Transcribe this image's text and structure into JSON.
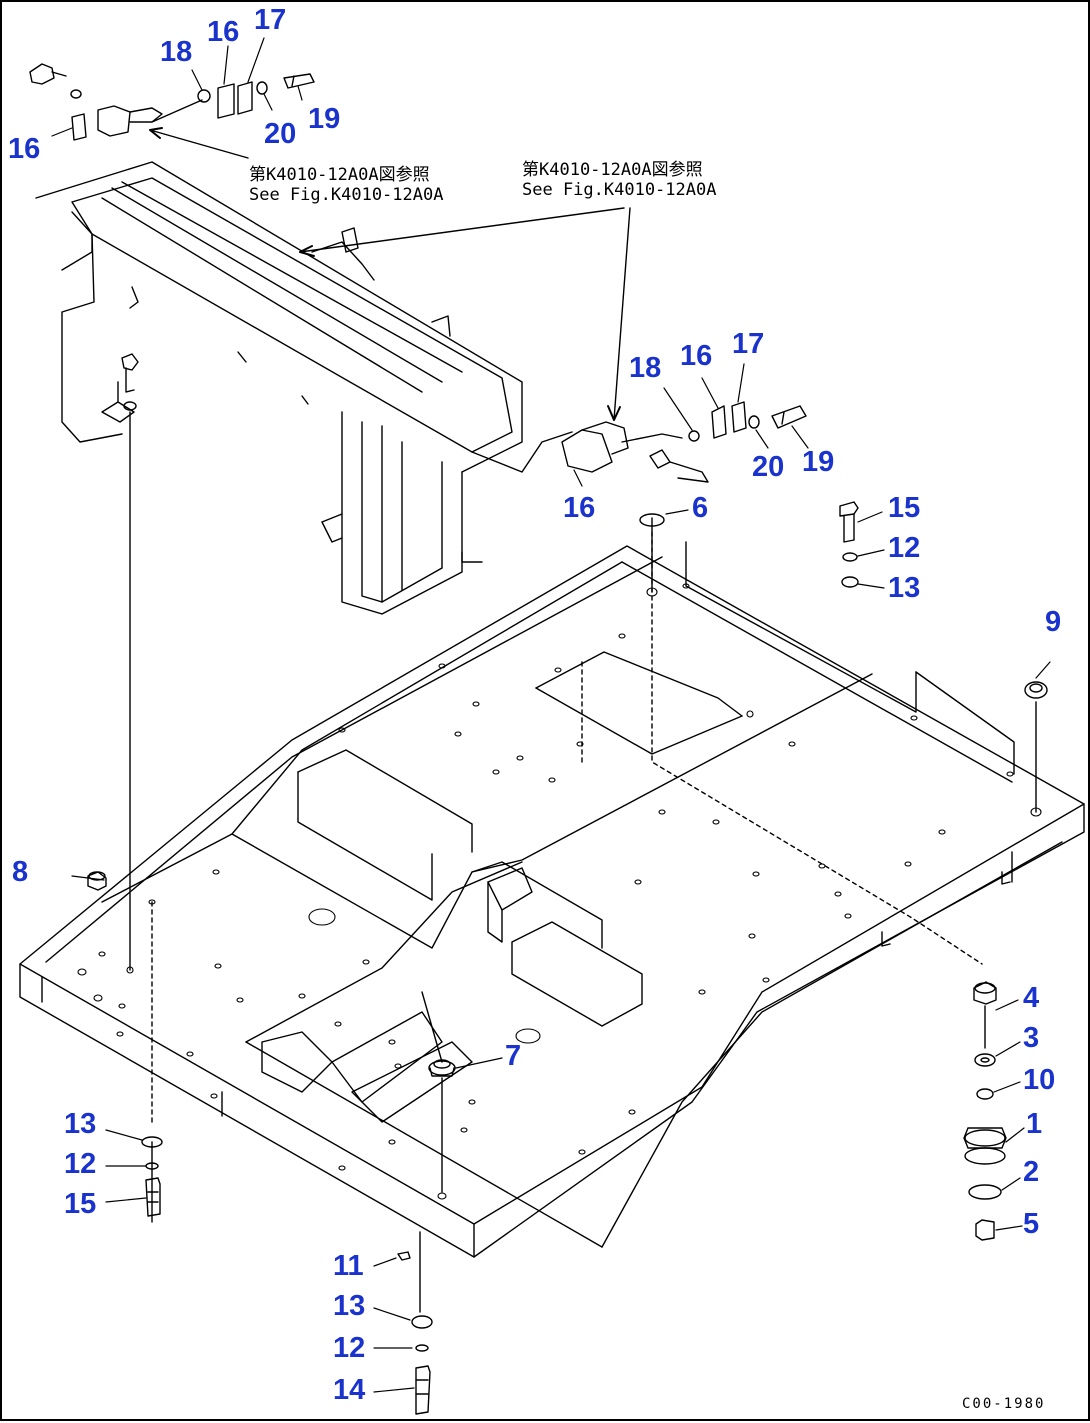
{
  "references": {
    "left": {
      "jp": "第K4010-12A0A図参照",
      "en": "See Fig.K4010-12A0A"
    },
    "right": {
      "jp": "第K4010-12A0A図参照",
      "en": "See Fig.K4010-12A0A"
    }
  },
  "drawing_code": "C00-1980",
  "callouts": {
    "c16a": "16",
    "c18a": "18",
    "c16b": "16",
    "c17a": "17",
    "c20a": "20",
    "c19a": "19",
    "c18b": "18",
    "c16c": "16",
    "c17b": "17",
    "c16d": "16",
    "c20b": "20",
    "c19b": "19",
    "c6": "6",
    "c15a": "15",
    "c12a": "12",
    "c13a": "13",
    "c9": "9",
    "c8": "8",
    "c4": "4",
    "c3": "3",
    "c10": "10",
    "c1": "1",
    "c2": "2",
    "c5": "5",
    "c7": "7",
    "c13b": "13",
    "c12b": "12",
    "c15b": "15",
    "c11": "11",
    "c13c": "13",
    "c12c": "12",
    "c14": "14"
  },
  "colors": {
    "callout": "#1a33cc",
    "line": "#000000",
    "background": "#ffffff"
  }
}
